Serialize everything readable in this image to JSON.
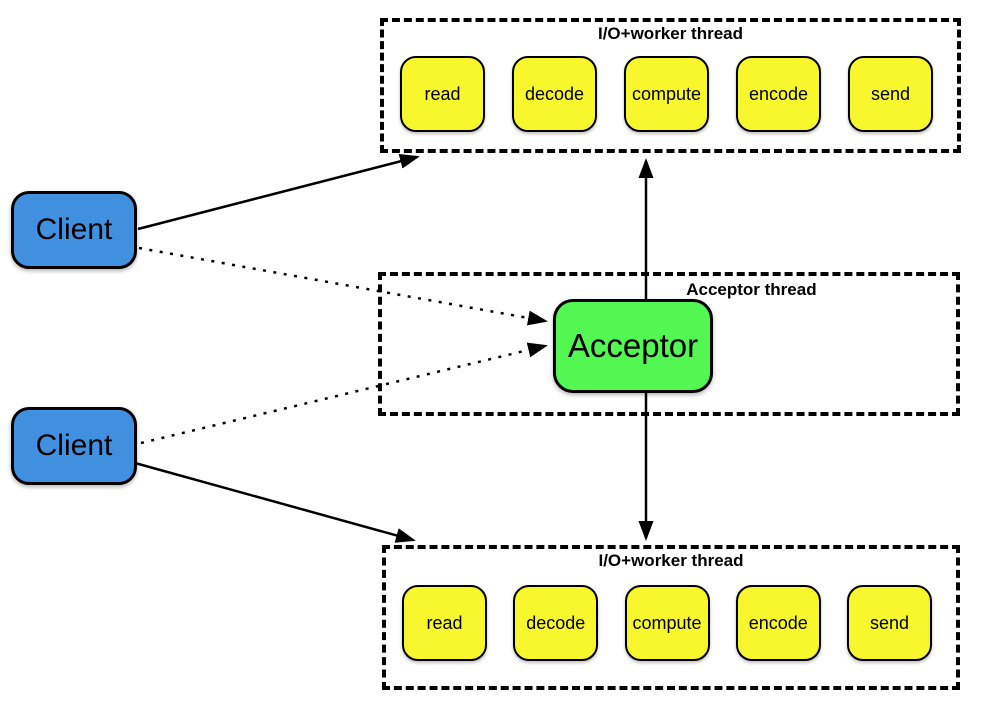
{
  "diagram": {
    "clients": [
      {
        "label": "Client"
      },
      {
        "label": "Client"
      }
    ],
    "acceptor": {
      "label": "Acceptor"
    },
    "threads": {
      "top": {
        "title": "I/O+worker thread",
        "stages": [
          "read",
          "decode",
          "compute",
          "encode",
          "send"
        ]
      },
      "middle": {
        "title": "Acceptor thread"
      },
      "bottom": {
        "title": "I/O+worker thread",
        "stages": [
          "read",
          "decode",
          "compute",
          "encode",
          "send"
        ]
      }
    },
    "connections": [
      {
        "from": "client-1",
        "to": "top-worker-thread",
        "style": "solid"
      },
      {
        "from": "client-1",
        "to": "acceptor",
        "style": "dotted"
      },
      {
        "from": "client-2",
        "to": "acceptor",
        "style": "dotted"
      },
      {
        "from": "client-2",
        "to": "bottom-worker-thread",
        "style": "solid"
      },
      {
        "from": "acceptor",
        "to": "top-worker-thread",
        "style": "solid"
      },
      {
        "from": "acceptor",
        "to": "bottom-worker-thread",
        "style": "solid"
      }
    ],
    "colors": {
      "client-fill": "#4190e0",
      "acceptor-fill": "#52f752",
      "stage-fill": "#f8f72e",
      "line-color": "#000000"
    }
  }
}
